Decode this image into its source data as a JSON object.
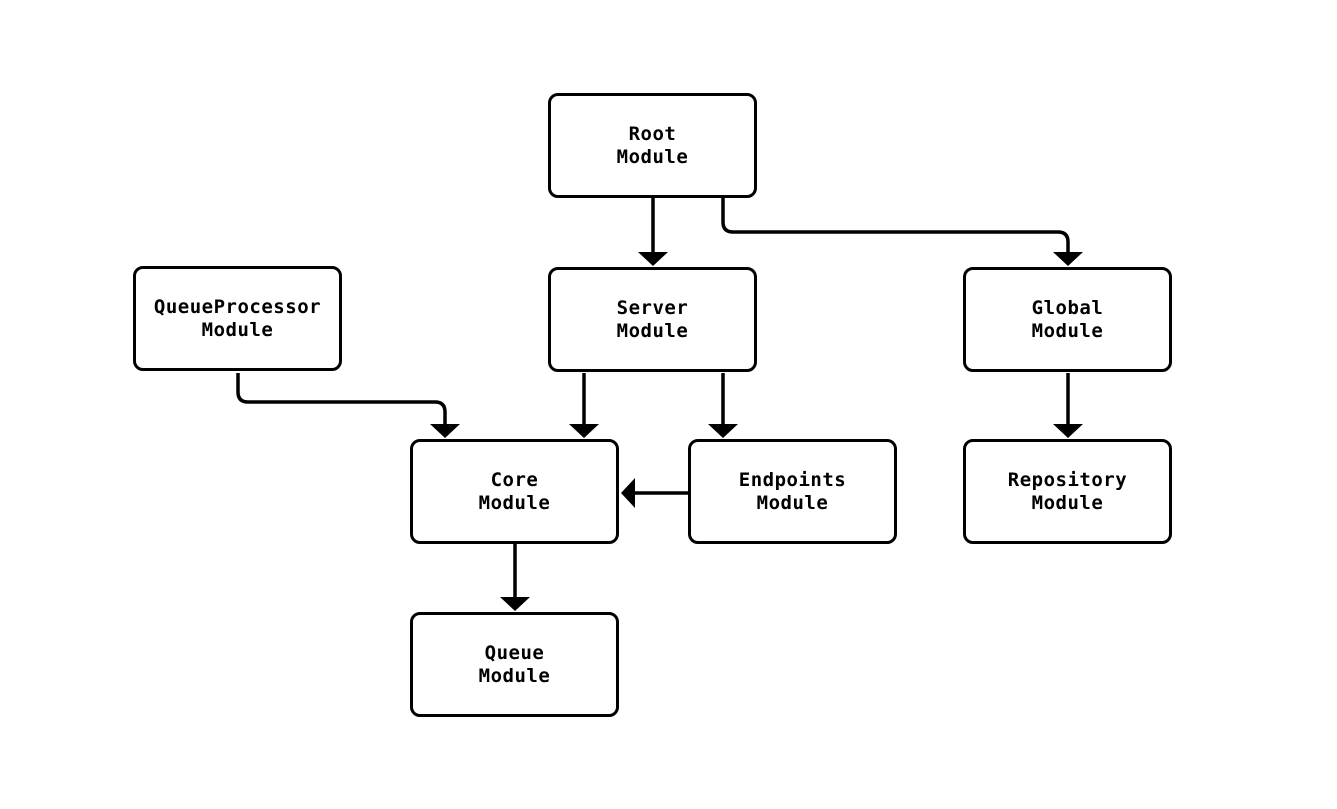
{
  "diagram": {
    "type": "flowchart",
    "background_color": "#ffffff",
    "stroke_color": "#000000",
    "text_color": "#000000",
    "nodes": [
      {
        "id": "root",
        "label": "Root\nModule"
      },
      {
        "id": "queueprocessor",
        "label": "QueueProcessor\nModule"
      },
      {
        "id": "server",
        "label": "Server\nModule"
      },
      {
        "id": "global",
        "label": "Global\nModule"
      },
      {
        "id": "core",
        "label": "Core\nModule"
      },
      {
        "id": "endpoints",
        "label": "Endpoints\nModule"
      },
      {
        "id": "repository",
        "label": "Repository\nModule"
      },
      {
        "id": "queue",
        "label": "Queue\nModule"
      }
    ],
    "edges": [
      {
        "from": "root",
        "to": "server"
      },
      {
        "from": "root",
        "to": "global"
      },
      {
        "from": "queueprocessor",
        "to": "core"
      },
      {
        "from": "server",
        "to": "core"
      },
      {
        "from": "server",
        "to": "endpoints"
      },
      {
        "from": "endpoints",
        "to": "core"
      },
      {
        "from": "global",
        "to": "repository"
      },
      {
        "from": "core",
        "to": "queue"
      }
    ]
  }
}
